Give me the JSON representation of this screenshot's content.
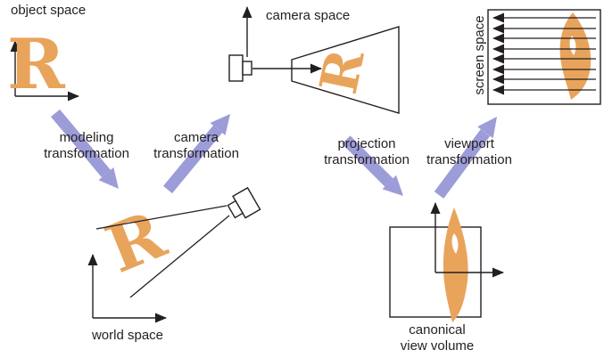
{
  "colors": {
    "orange": "#E9A45C",
    "purple": "#9C9CD8",
    "line": "#231F20"
  },
  "spaces": {
    "object": {
      "label": "object space",
      "glyph": "R"
    },
    "camera": {
      "label": "camera space",
      "glyph": "R"
    },
    "screen": {
      "label": "screen space"
    },
    "world": {
      "label": "world space",
      "glyph": "R"
    },
    "canonical": {
      "label": "canonical\nview volume"
    }
  },
  "transformations": {
    "modeling": {
      "label": "modeling\ntransformation"
    },
    "camera": {
      "label": "camera\ntransformation"
    },
    "projection": {
      "label": "projection\ntransformation"
    },
    "viewport": {
      "label": "viewport\ntransformation"
    }
  }
}
